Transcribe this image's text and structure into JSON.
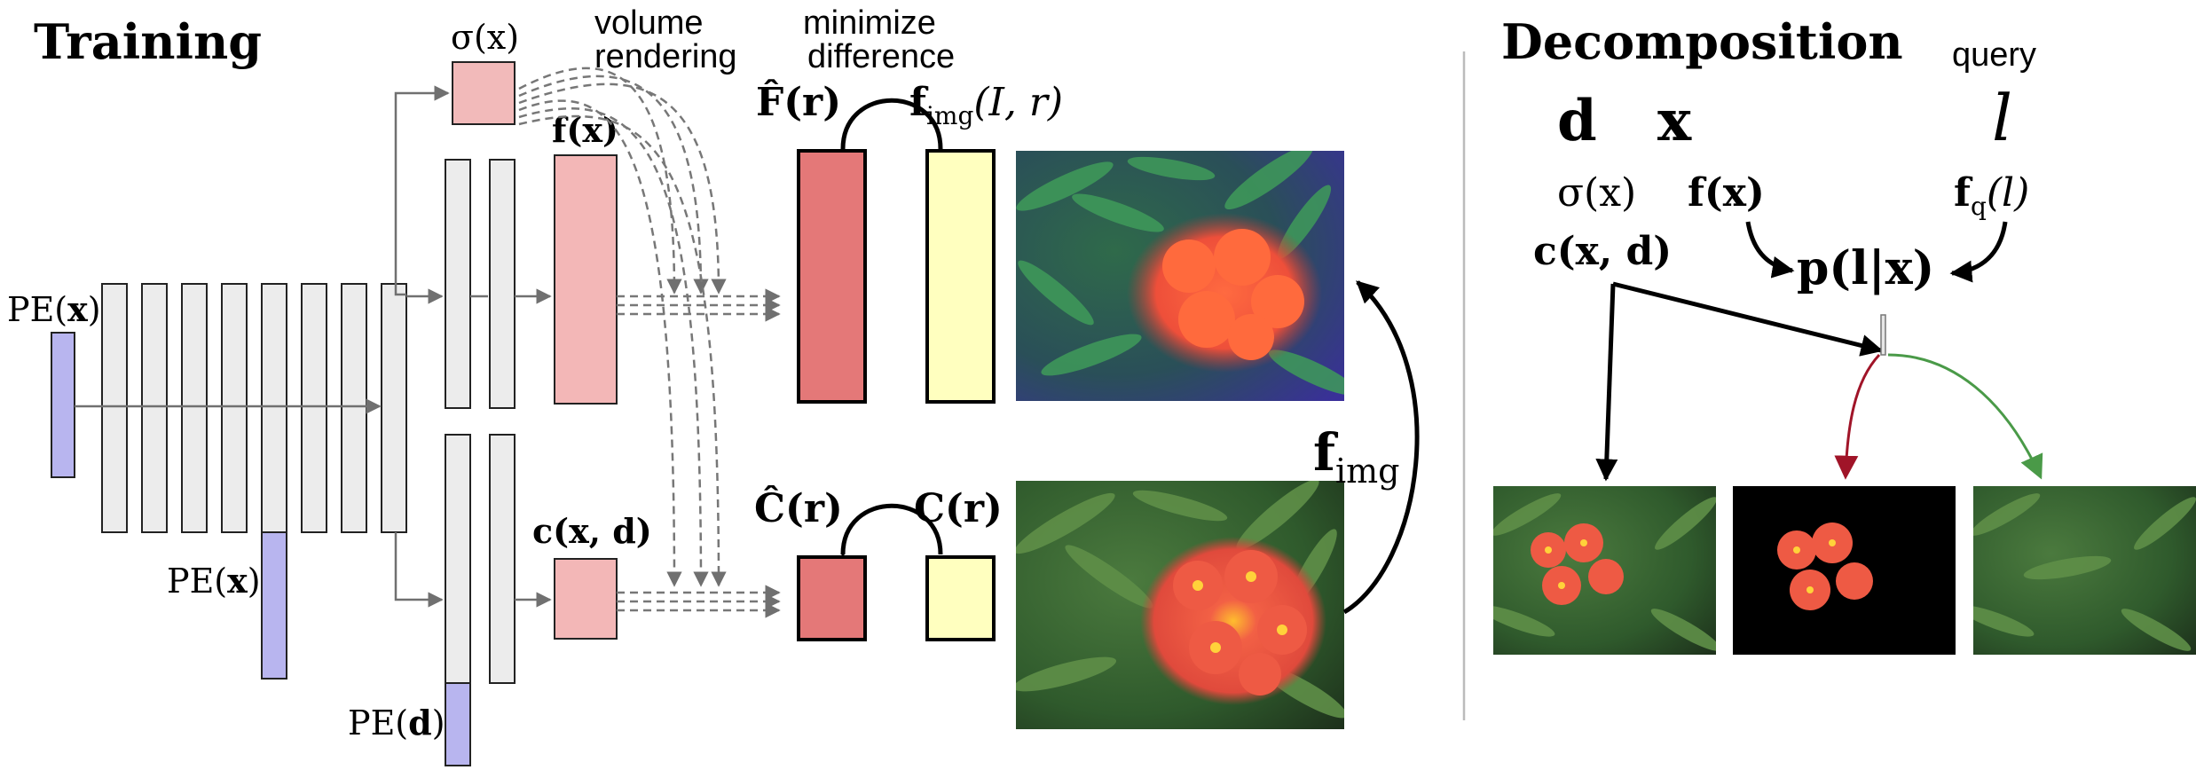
{
  "training": {
    "heading": "Training",
    "pe_x_top": "PE(",
    "pe_x_bold": "x",
    "pe_d_bold": "d",
    "pe_close": ")",
    "sigma_x": "σ(x)",
    "f_x": "f(x)",
    "c_xd": "c(x, d)",
    "volume_rendering_line1": "volume",
    "volume_rendering_line2": "rendering",
    "minimize_line1": "minimize",
    "minimize_line2": "difference",
    "F_hat_r": "F̂(r)",
    "f_img_Ir": "f",
    "f_img_sub": "img",
    "f_img_args": "(I, r)",
    "C_hat_r": "Ĉ(r)",
    "C_r": "C(r)",
    "f_img_big": "f",
    "f_img_big_sub": "img",
    "feature_photo": "feature visualization of flower image",
    "rgb_photo": "RGB photo of red flower among leaves"
  },
  "decomposition": {
    "heading": "Decomposition",
    "query": "query",
    "d": "d",
    "x": "x",
    "l": "l",
    "sigma_x": "σ(x)",
    "f_x": "f(x)",
    "f_q_l": "f",
    "f_q_sub": "q",
    "f_q_args": "(l)",
    "c_xd": "c(x, d)",
    "p_lx": "p(l|x)",
    "photo_full": "full scene rendering",
    "photo_flower": "isolated flower on black",
    "photo_rest": "leaves without flower"
  },
  "colors": {
    "pe_blue": "#b8b5ef",
    "layer_gray": "#ececec",
    "sigma_pink": "#f2baba",
    "f_pink": "#f3b7b7",
    "F_red": "#e47878",
    "f_yellow": "#ffffbf",
    "arrow_red": "#a01428",
    "arrow_green": "#4a9a48"
  }
}
